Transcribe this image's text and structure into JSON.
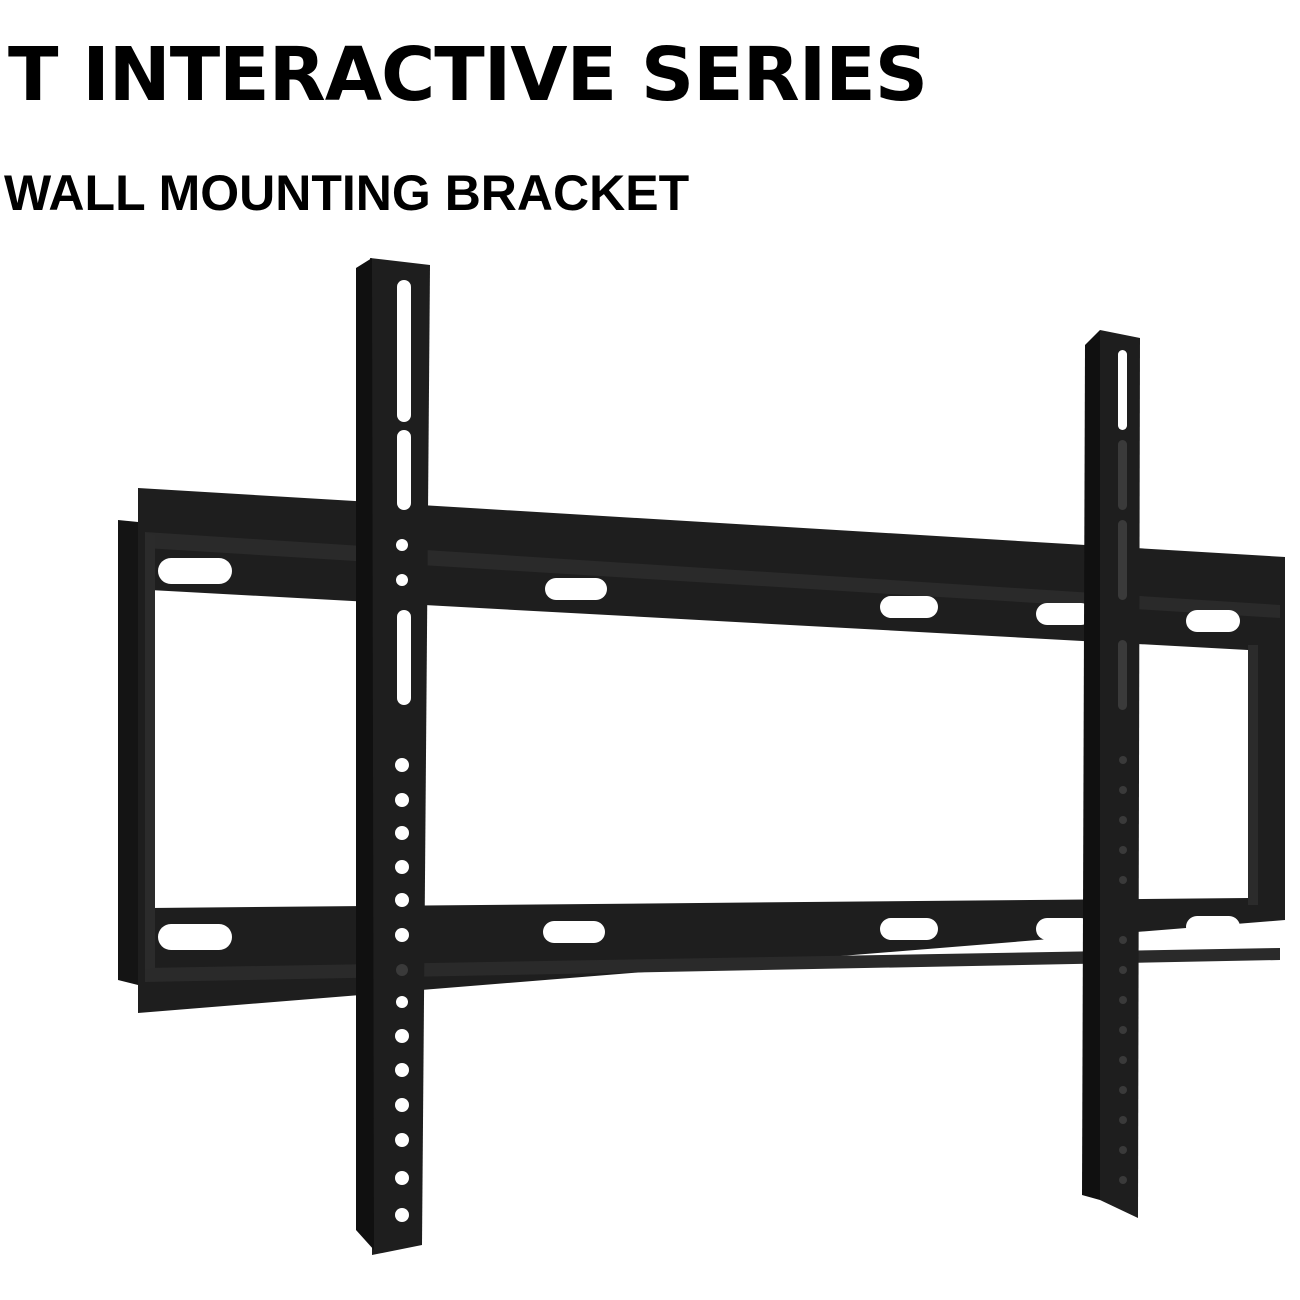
{
  "header": {
    "title": "T INTERACTIVE SERIES",
    "subtitle": "WALL MOUNTING BRACKET"
  },
  "product": {
    "icon": "wall-mount-bracket",
    "color": "#1c1c1c",
    "hole_color": "#ffffff"
  }
}
